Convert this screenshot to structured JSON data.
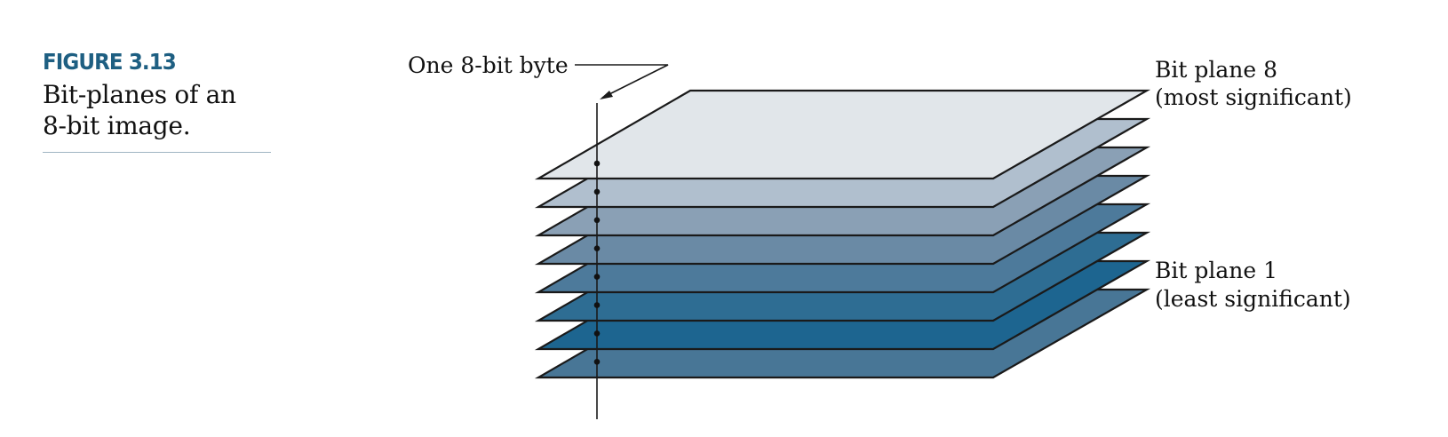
{
  "caption": {
    "figure_label": "FIGURE 3.13",
    "text_line1": "Bit-planes of an",
    "text_line2": "8-bit image."
  },
  "diagram": {
    "byte_label": "One 8-bit byte",
    "top_label_line1": "Bit plane 8",
    "top_label_line2": "(most significant)",
    "bottom_label_line1": "Bit plane 1",
    "bottom_label_line2": "(least significant)",
    "plane_count": 8,
    "plane_colors": [
      "#e1e6ea",
      "#b0bfce",
      "#8aa0b5",
      "#6a8aa5",
      "#4d7a9b",
      "#2e6d93",
      "#1d6590",
      "#487696"
    ],
    "stroke_color": "#1a1a1a"
  }
}
